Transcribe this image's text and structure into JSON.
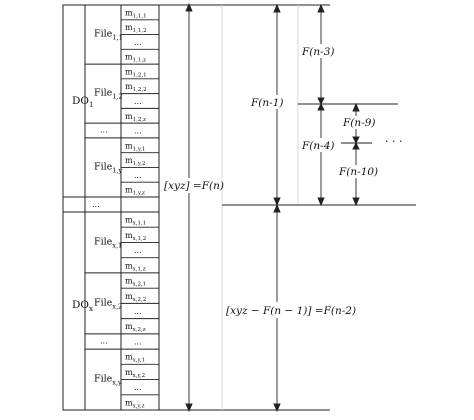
{
  "colors": {
    "line": "#222222",
    "grid": "#cfcfcf",
    "bg": "#ffffff"
  },
  "table": {
    "do_labels": [
      {
        "base": "DO",
        "sub": "1"
      },
      {
        "base": "DO",
        "sub": "x"
      }
    ],
    "files": [
      {
        "base": "File",
        "sub": "1,1",
        "cells": [
          "1,1,1",
          "1,1,2",
          "...",
          "1,1,z"
        ]
      },
      {
        "base": "File",
        "sub": "1,2",
        "cells": [
          "1,2,1",
          "1,2,2",
          "...",
          "1,2,z"
        ]
      },
      {
        "base": "...",
        "sub": "",
        "cells": [
          "..."
        ]
      },
      {
        "base": "File",
        "sub": "1,y",
        "cells": [
          "1,y,1",
          "1,y,2",
          "...",
          "1,y,z"
        ]
      },
      {
        "base": "File",
        "sub": "x,1",
        "cells": [
          "x,1,1",
          "x,1,2",
          "...",
          "x,1,z"
        ]
      },
      {
        "base": "File",
        "sub": "x,2",
        "cells": [
          "x,2,1",
          "x,2,2",
          "...",
          "x,2,z"
        ]
      },
      {
        "base": "...",
        "sub": "",
        "cells": [
          "..."
        ]
      },
      {
        "base": "File",
        "sub": "x,y",
        "cells": [
          "x,y,1",
          "x,y,2",
          "...",
          "x,y,z"
        ]
      }
    ],
    "mid_gap": "...",
    "cell_prefix": "m"
  },
  "labels": {
    "xyz": "[xyz] =F(n)",
    "fn1": "F(n-1)",
    "fn3": "F(n-3)",
    "fn4": "F(n-4)",
    "fn9": "F(n-9)",
    "fn10": "F(n-10)",
    "bottom": "[xyz − F(n − 1)] =F(n-2)",
    "dots": "· · ·"
  }
}
